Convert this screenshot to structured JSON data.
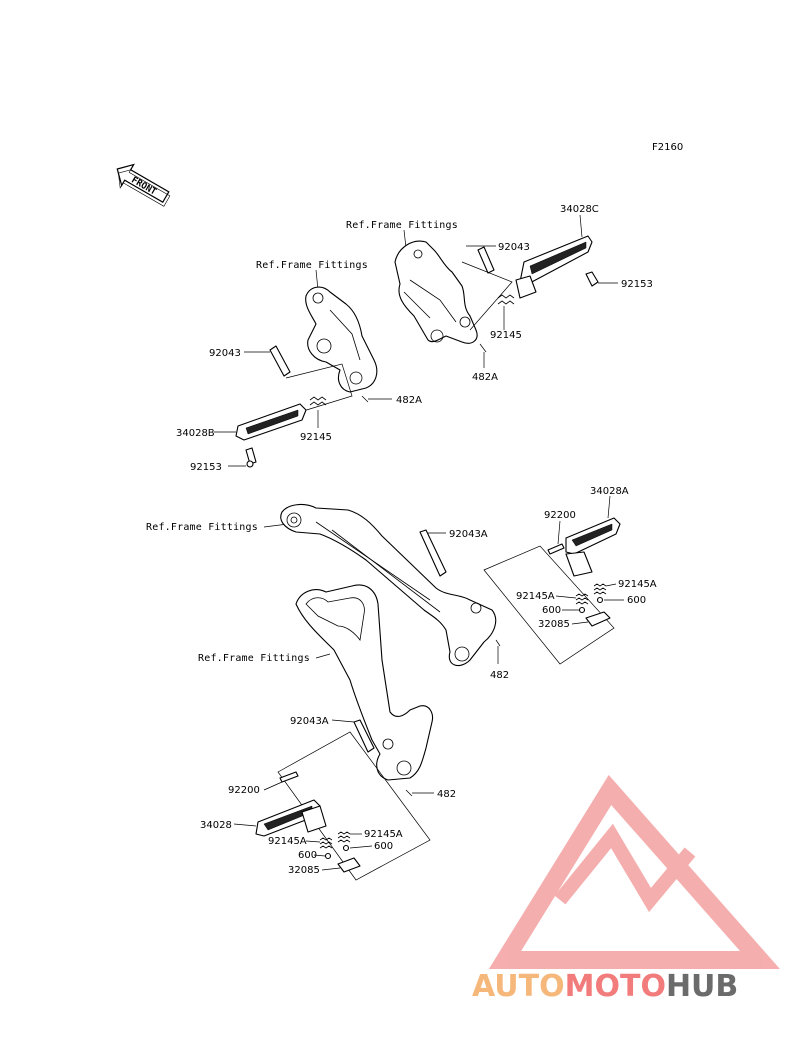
{
  "diagram": {
    "code": "F2160",
    "front_label": "FRONT",
    "ref_labels": {
      "upper_left": "Ref.Frame Fittings",
      "upper_right": "Ref.Frame Fittings",
      "lower_right_bracket": "Ref.Frame Fittings",
      "lower_left_bracket": "Ref.Frame Fittings"
    },
    "parts_upper_left": {
      "pin": "92043",
      "spring": "92145",
      "clip": "482A",
      "peg": "34028B",
      "bolt": "92153"
    },
    "parts_upper_right": {
      "peg": "34028C",
      "pin": "92043",
      "bolt": "92153",
      "spring": "92145",
      "clip": "482A"
    },
    "parts_mid_right": {
      "peg": "34028A",
      "pin": "92043A",
      "washer": "92200",
      "spring_right": "92145A",
      "spring_left": "92145A",
      "ball_left": "600",
      "ball_right": "600",
      "plate": "32085",
      "clip": "482"
    },
    "parts_lower_left": {
      "pin": "92043A",
      "washer": "92200",
      "clip": "482",
      "peg": "34028",
      "spring_left": "92145A",
      "spring_right": "92145A",
      "ball_left": "600",
      "ball_right": "600",
      "plate": "32085"
    }
  },
  "watermark": {
    "part1": "AUTO",
    "part2": "MOTO",
    "part3": "HUB",
    "colors": {
      "auto": "#f6b87a",
      "moto": "#f27b7b",
      "hub": "#6b6b6b",
      "logo": "#f4a0a0"
    }
  }
}
